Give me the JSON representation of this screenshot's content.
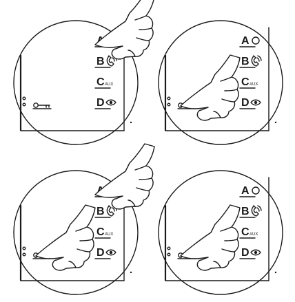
{
  "panels": [
    {
      "id": "top-left",
      "button_letters": [
        "A",
        "B",
        "C",
        "D"
      ],
      "aux_label": "AUX",
      "pressed": [
        "A"
      ]
    },
    {
      "id": "top-right",
      "button_letters": [
        "A",
        "B",
        "C",
        "D"
      ],
      "aux_label": "AUX",
      "pressed": [
        "key"
      ]
    },
    {
      "id": "bottom-left",
      "button_letters": [
        "A",
        "B",
        "C",
        "D"
      ],
      "aux_label": "AUX",
      "pressed": [
        "A",
        "key"
      ]
    },
    {
      "id": "bottom-right",
      "button_letters": [
        "A",
        "B",
        "C",
        "D"
      ],
      "aux_label": "AUX",
      "pressed": [
        "key"
      ]
    }
  ],
  "icons": [
    "key-icon",
    "phone-icon",
    "eye-icon",
    "circle-icon",
    "pointing-hand-icon"
  ]
}
